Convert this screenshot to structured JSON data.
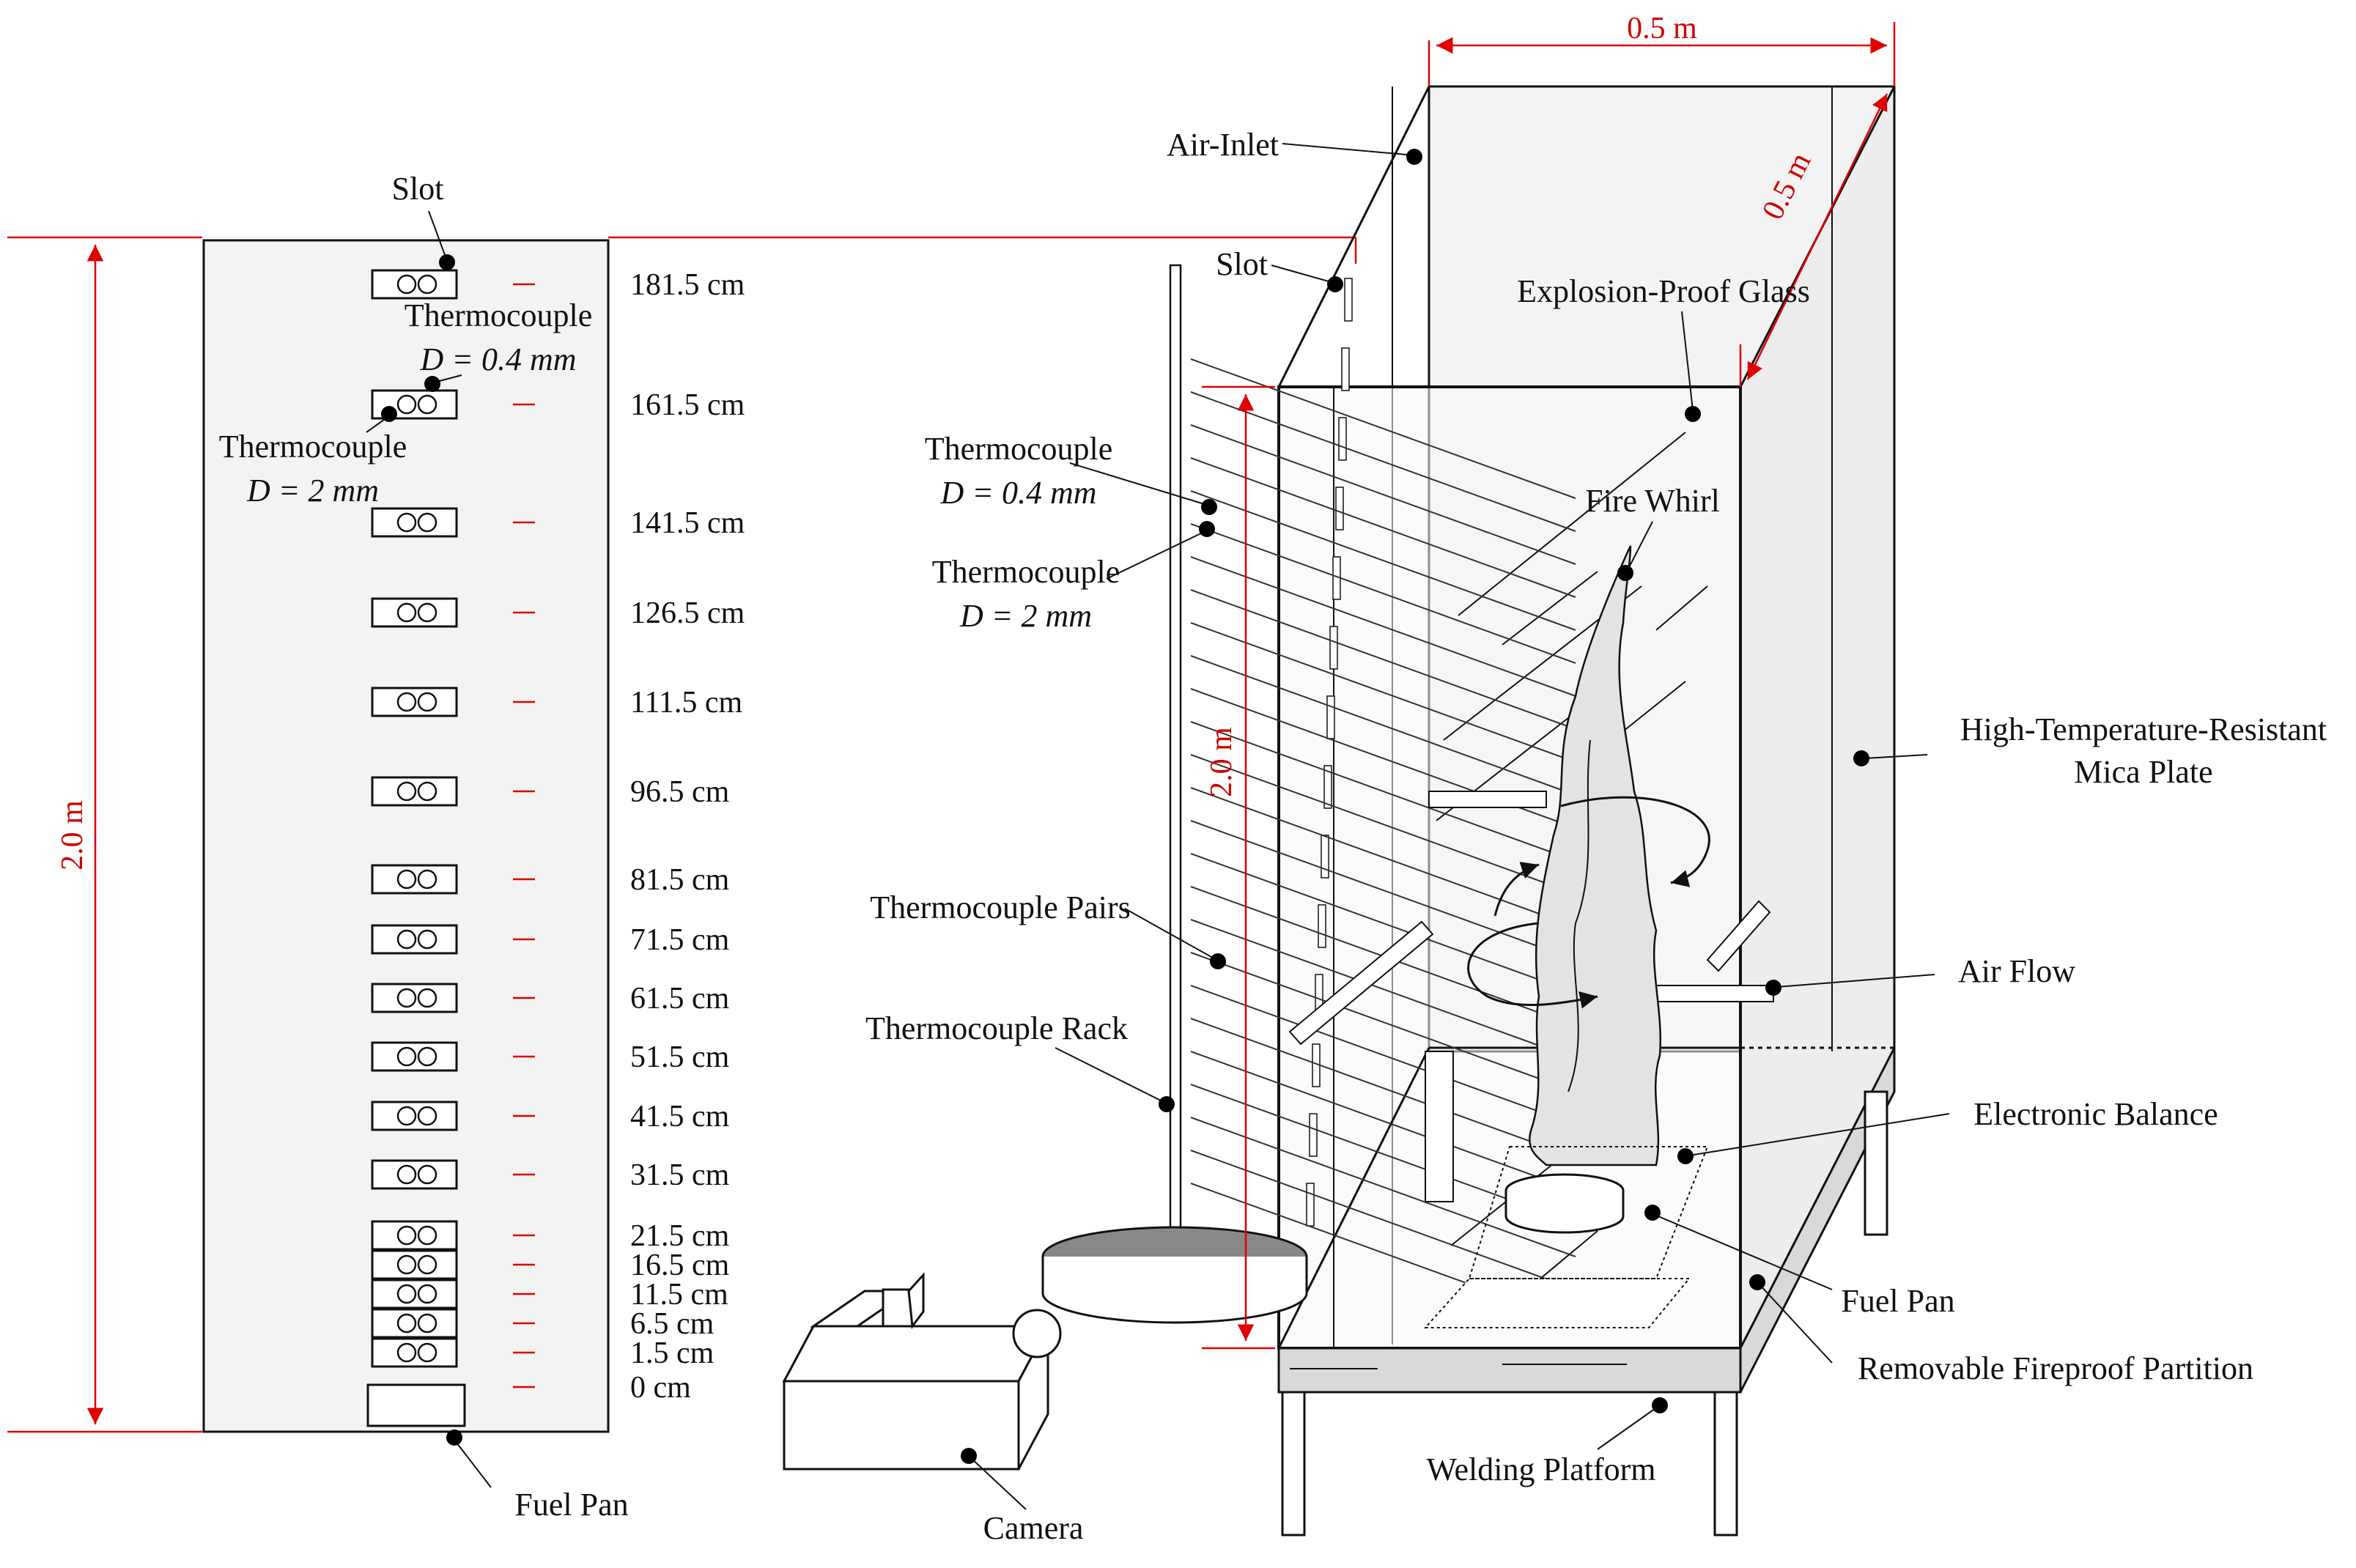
{
  "left_panel": {
    "slot_label": "Slot",
    "tc_thin_label": "Thermocouple",
    "tc_thin_d": "D = 0.4 mm",
    "tc_thick_label": "Thermocouple",
    "tc_thick_d": "D = 2 mm",
    "height_dim": "2.0 m",
    "fuel_pan_label": "Fuel Pan",
    "heights": [
      "181.5 cm",
      "161.5 cm",
      "141.5 cm",
      "126.5 cm",
      "111.5 cm",
      "96.5 cm",
      "81.5 cm",
      "71.5 cm",
      "61.5 cm",
      "51.5 cm",
      "41.5 cm",
      "31.5 cm",
      "21.5 cm",
      "16.5 cm",
      "11.5 cm",
      "6.5 cm",
      "1.5 cm",
      "0 cm"
    ]
  },
  "apparatus": {
    "width_dim": "0.5 m",
    "depth_dim": "0.5 m",
    "height_dim": "2.0 m",
    "labels": {
      "air_inlet": "Air-Inlet",
      "slot": "Slot",
      "explosion_glass": "Explosion-Proof Glass",
      "tc_thin": "Thermocouple",
      "tc_thin_d": "D = 0.4 mm",
      "tc_thick": "Thermocouple",
      "tc_thick_d": "D = 2 mm",
      "fire_whirl": "Fire Whirl",
      "mica_line1": "High-Temperature-Resistant",
      "mica_line2": "Mica Plate",
      "tc_pairs": "Thermocouple Pairs",
      "tc_rack": "Thermocouple Rack",
      "air_flow": "Air Flow",
      "balance": "Electronic Balance",
      "fuel_pan": "Fuel Pan",
      "partition": "Removable Fireproof Partition",
      "platform": "Welding Platform",
      "camera": "Camera"
    }
  },
  "colors": {
    "dimension": "#e00000",
    "panel_fill": "#f3f3f3",
    "line": "#111111"
  }
}
